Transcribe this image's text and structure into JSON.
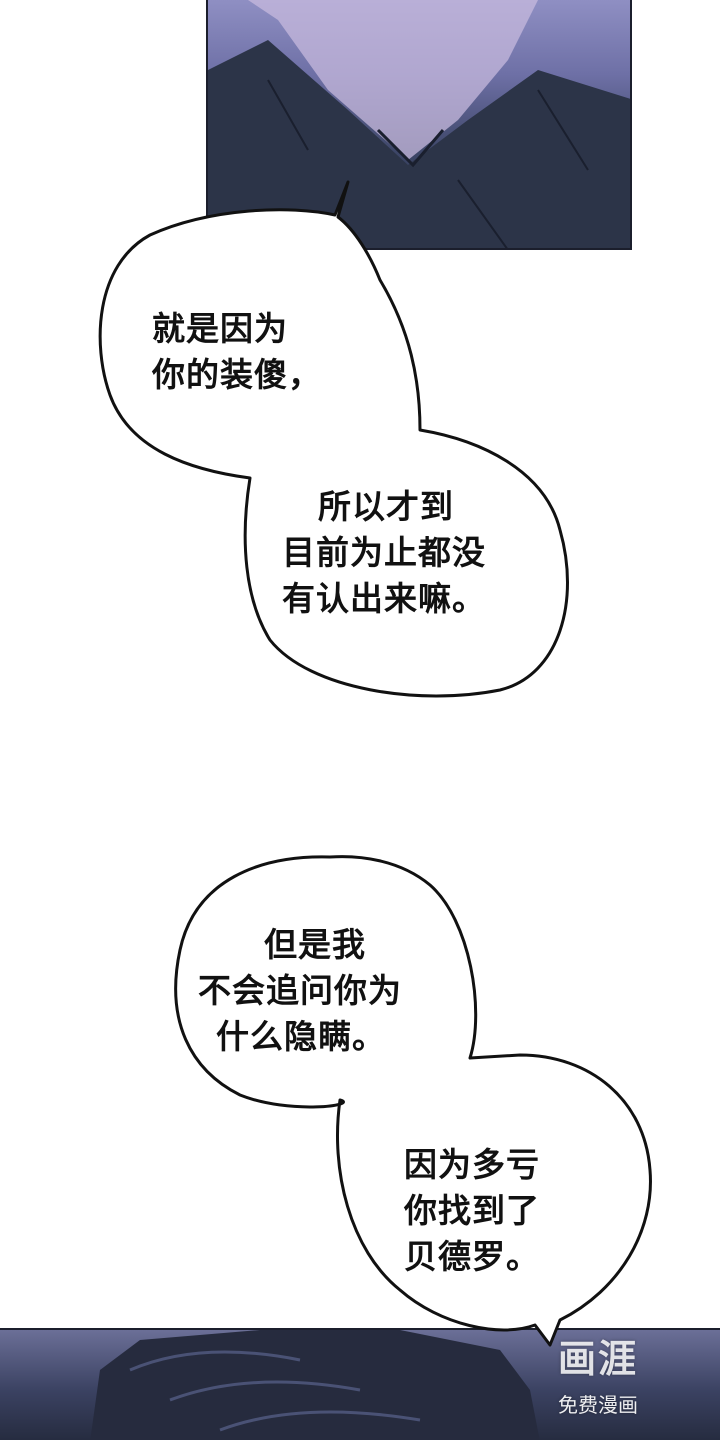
{
  "bubbles": [
    {
      "lines": [
        "就是因为",
        "你的装傻，",
        "所以才到",
        "目前为止都没",
        "有认出来嘛。"
      ]
    },
    {
      "lines": [
        "但是我",
        "不会追问你为",
        "什么隐瞒。",
        "因为多亏",
        "你找到了",
        "贝德罗。"
      ]
    }
  ],
  "watermark": {
    "logo": "画涯",
    "subtitle": "免费漫画"
  }
}
